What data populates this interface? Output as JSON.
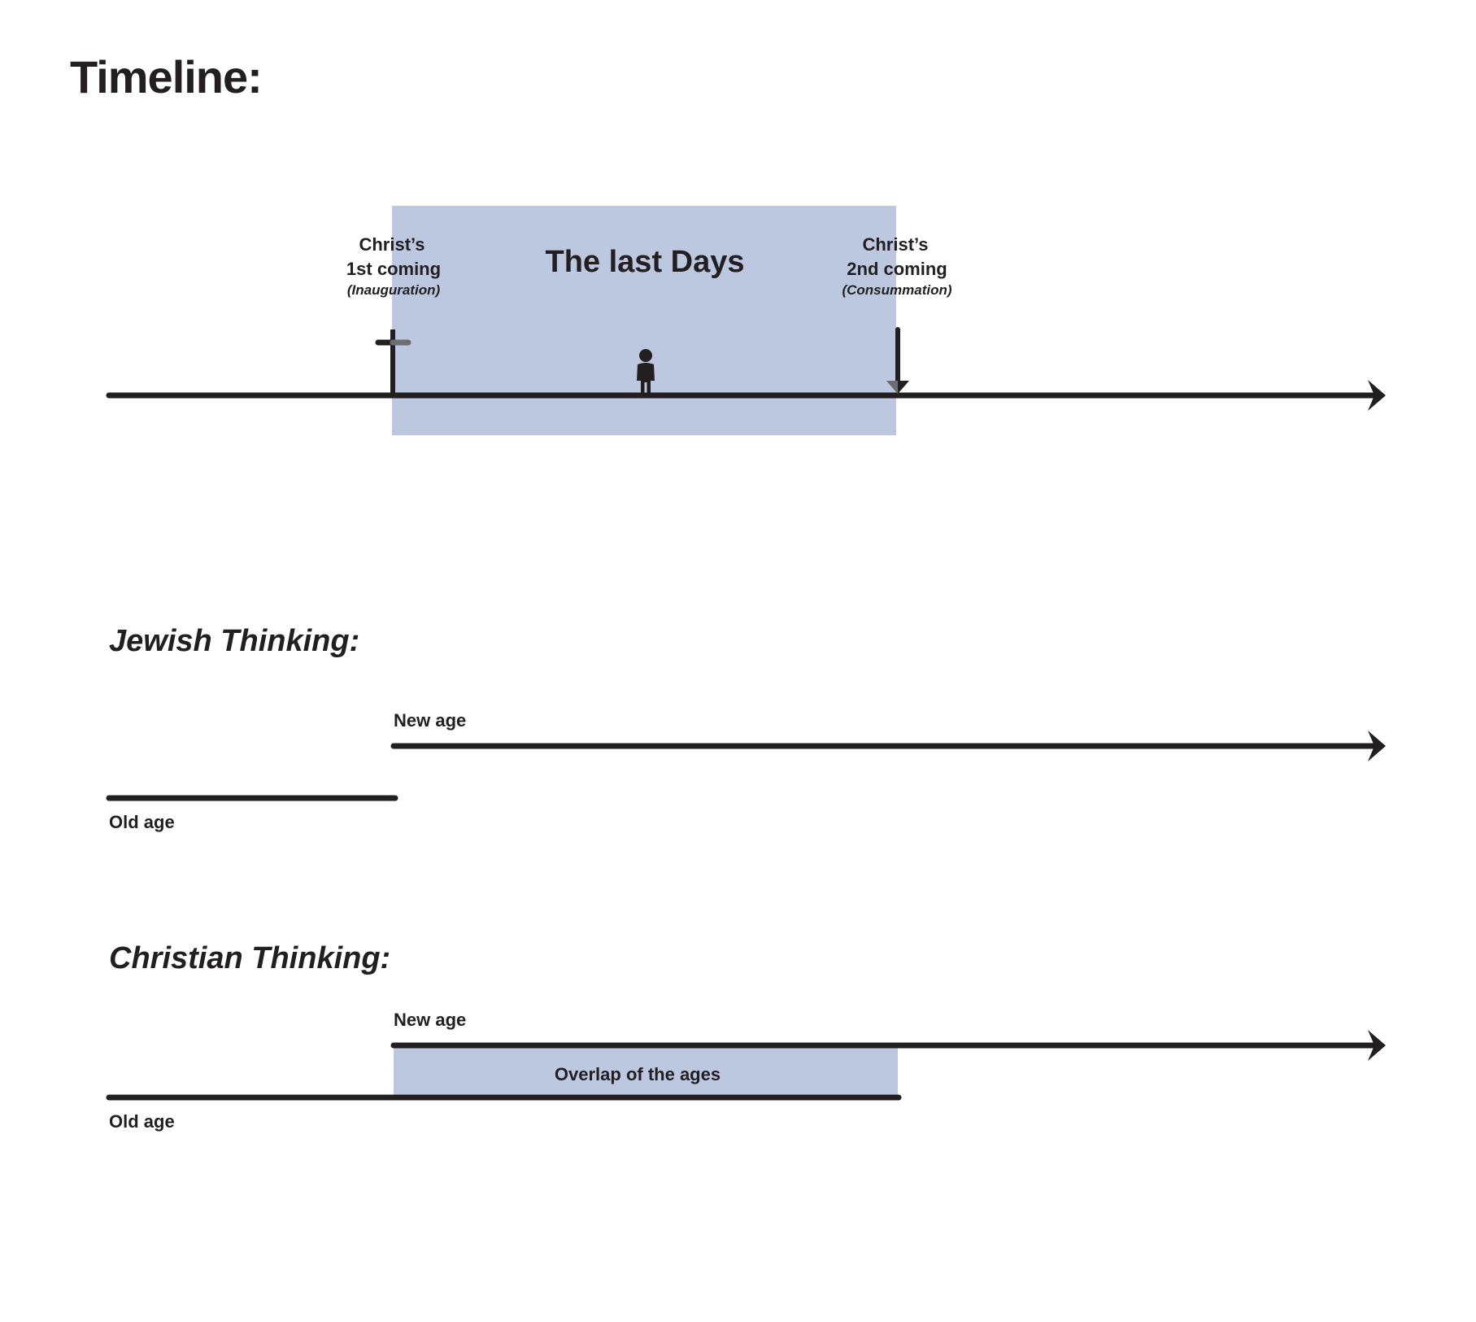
{
  "page_title": "Timeline:",
  "colors": {
    "ink": "#231f20",
    "highlight": "#bcc8e0",
    "cross_accent": "#6d6e71"
  },
  "timeline": {
    "period_label": "The last Days",
    "first_coming": {
      "line1": "Christ’s",
      "line2": "1st coming",
      "note": "(Inauguration)"
    },
    "second_coming": {
      "line1": "Christ’s",
      "line2": "2nd coming",
      "note": "(Consummation)"
    },
    "icons": [
      "cross-icon",
      "person-icon",
      "down-arrow-icon"
    ]
  },
  "jewish": {
    "heading": "Jewish Thinking:",
    "new_age_label": "New age",
    "old_age_label": "Old age"
  },
  "christian": {
    "heading": "Christian Thinking:",
    "new_age_label": "New age",
    "old_age_label": "Old age",
    "overlap_label": "Overlap of the ages"
  }
}
